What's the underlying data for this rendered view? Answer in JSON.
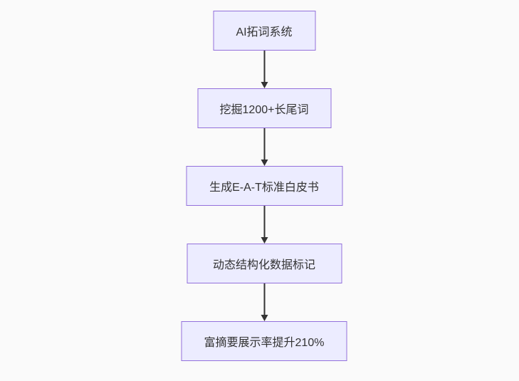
{
  "diagram": {
    "type": "flowchart-vertical",
    "direction": "top-down",
    "nodes": [
      {
        "id": "A",
        "label": "AI拓词系统"
      },
      {
        "id": "B",
        "label": "挖掘1200+长尾词"
      },
      {
        "id": "C",
        "label": "生成E-A-T标准白皮书"
      },
      {
        "id": "D",
        "label": "动态结构化数据标记"
      },
      {
        "id": "E",
        "label": "富摘要展示率提升210%"
      }
    ],
    "edges": [
      {
        "from": "A",
        "to": "B"
      },
      {
        "from": "B",
        "to": "C"
      },
      {
        "from": "C",
        "to": "D"
      },
      {
        "from": "D",
        "to": "E"
      }
    ],
    "colors": {
      "node_fill": "#ECECFF",
      "node_border": "#9370DB",
      "node_text": "#333333",
      "arrow": "#333333",
      "background": "#fafafa"
    }
  }
}
